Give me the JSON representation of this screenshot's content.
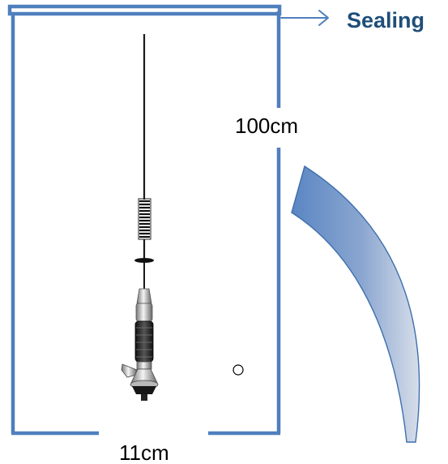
{
  "labels": {
    "sealing": "Sealing",
    "height": "100cm",
    "width": "11cm"
  },
  "colors": {
    "frame": "#4f7fbd",
    "sealing_text": "#1f4e79",
    "arrow_fill_light": "#c7d2e4",
    "arrow_fill_dark": "#5a86c3",
    "arrow_stroke": "#3e6fae",
    "text": "#000000"
  },
  "icons": {
    "object": "antenna-icon",
    "arrow": "curved-arrow-icon",
    "pointer": "right-arrow-icon"
  }
}
